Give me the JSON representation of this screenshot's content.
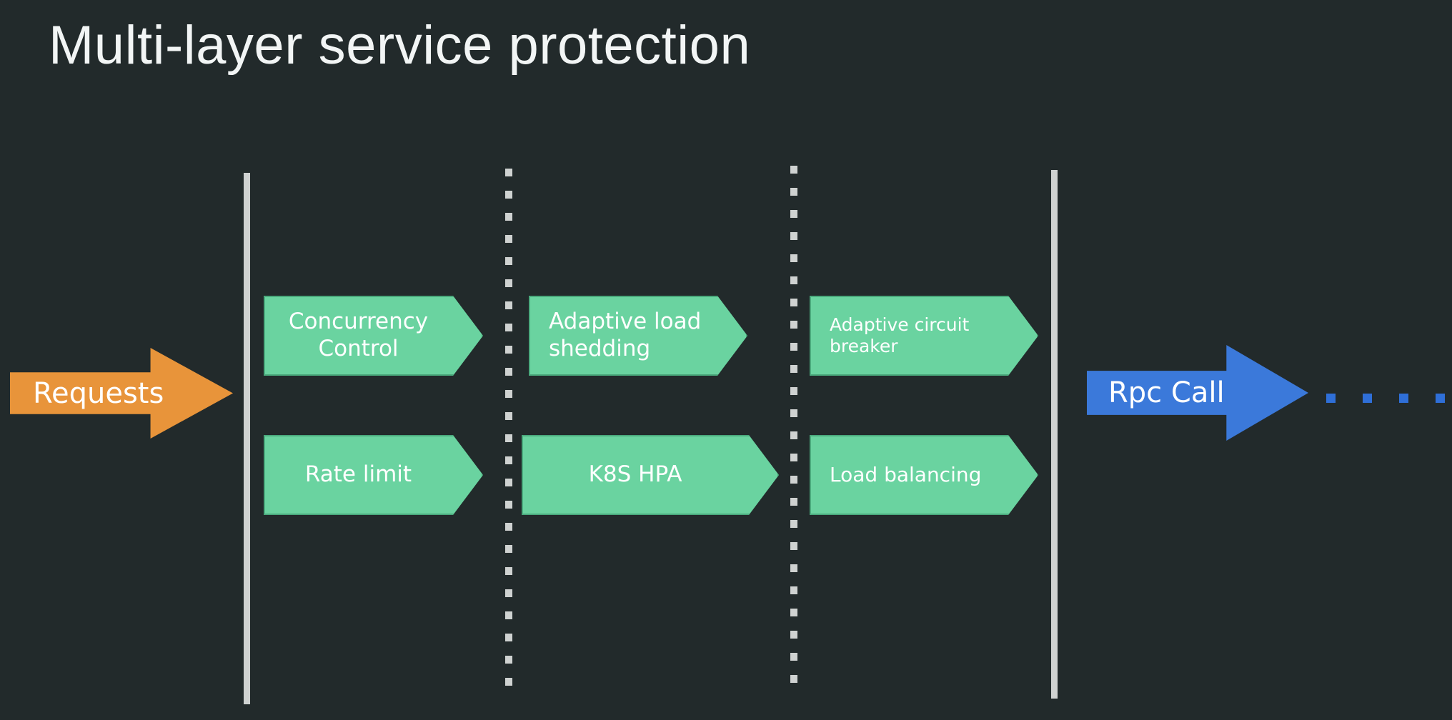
{
  "slide": {
    "title": "Multi-layer service protection",
    "background_color": "#222a2b"
  },
  "colors": {
    "background": "#222a2b",
    "title_text": "#f2f5f5",
    "stage_green_fill": "#6ad3a0",
    "stage_green_border": "#4aa97c",
    "requests_orange_fill": "#e8943a",
    "requests_border": "#4aa97c",
    "rpc_blue_fill": "#3b79da",
    "rpc_border": "#6aae63",
    "divider_line": "#cfd2d1",
    "trail_dot": "#2f6fd8",
    "label_text": "#ffffff"
  },
  "entry": {
    "label": "Requests",
    "shape": "block-arrow-right",
    "fill": "#e8943a"
  },
  "boundaries": [
    {
      "name": "service-edge-left",
      "style": "solid"
    },
    {
      "name": "layer-divider-1",
      "style": "dotted"
    },
    {
      "name": "layer-divider-2",
      "style": "dotted"
    },
    {
      "name": "service-edge-right",
      "style": "solid"
    }
  ],
  "layers": [
    {
      "name": "layer-1",
      "stages": [
        {
          "label": "Concurrency\nControl",
          "align": "center",
          "font_size": 31
        },
        {
          "label": "Rate limit",
          "align": "center",
          "font_size": 31
        }
      ]
    },
    {
      "name": "layer-2",
      "stages": [
        {
          "label": "Adaptive load\nshedding",
          "align": "left",
          "font_size": 31
        },
        {
          "label": "K8S HPA",
          "align": "center",
          "font_size": 31
        }
      ]
    },
    {
      "name": "layer-3",
      "stages": [
        {
          "label": "Adaptive circuit\nbreaker",
          "align": "left",
          "font_size": 25
        },
        {
          "label": "Load balancing",
          "align": "left",
          "font_size": 28
        }
      ]
    }
  ],
  "exit": {
    "label": "Rpc Call",
    "shape": "block-arrow-right",
    "fill": "#3b79da",
    "trailing_dots": 4
  }
}
